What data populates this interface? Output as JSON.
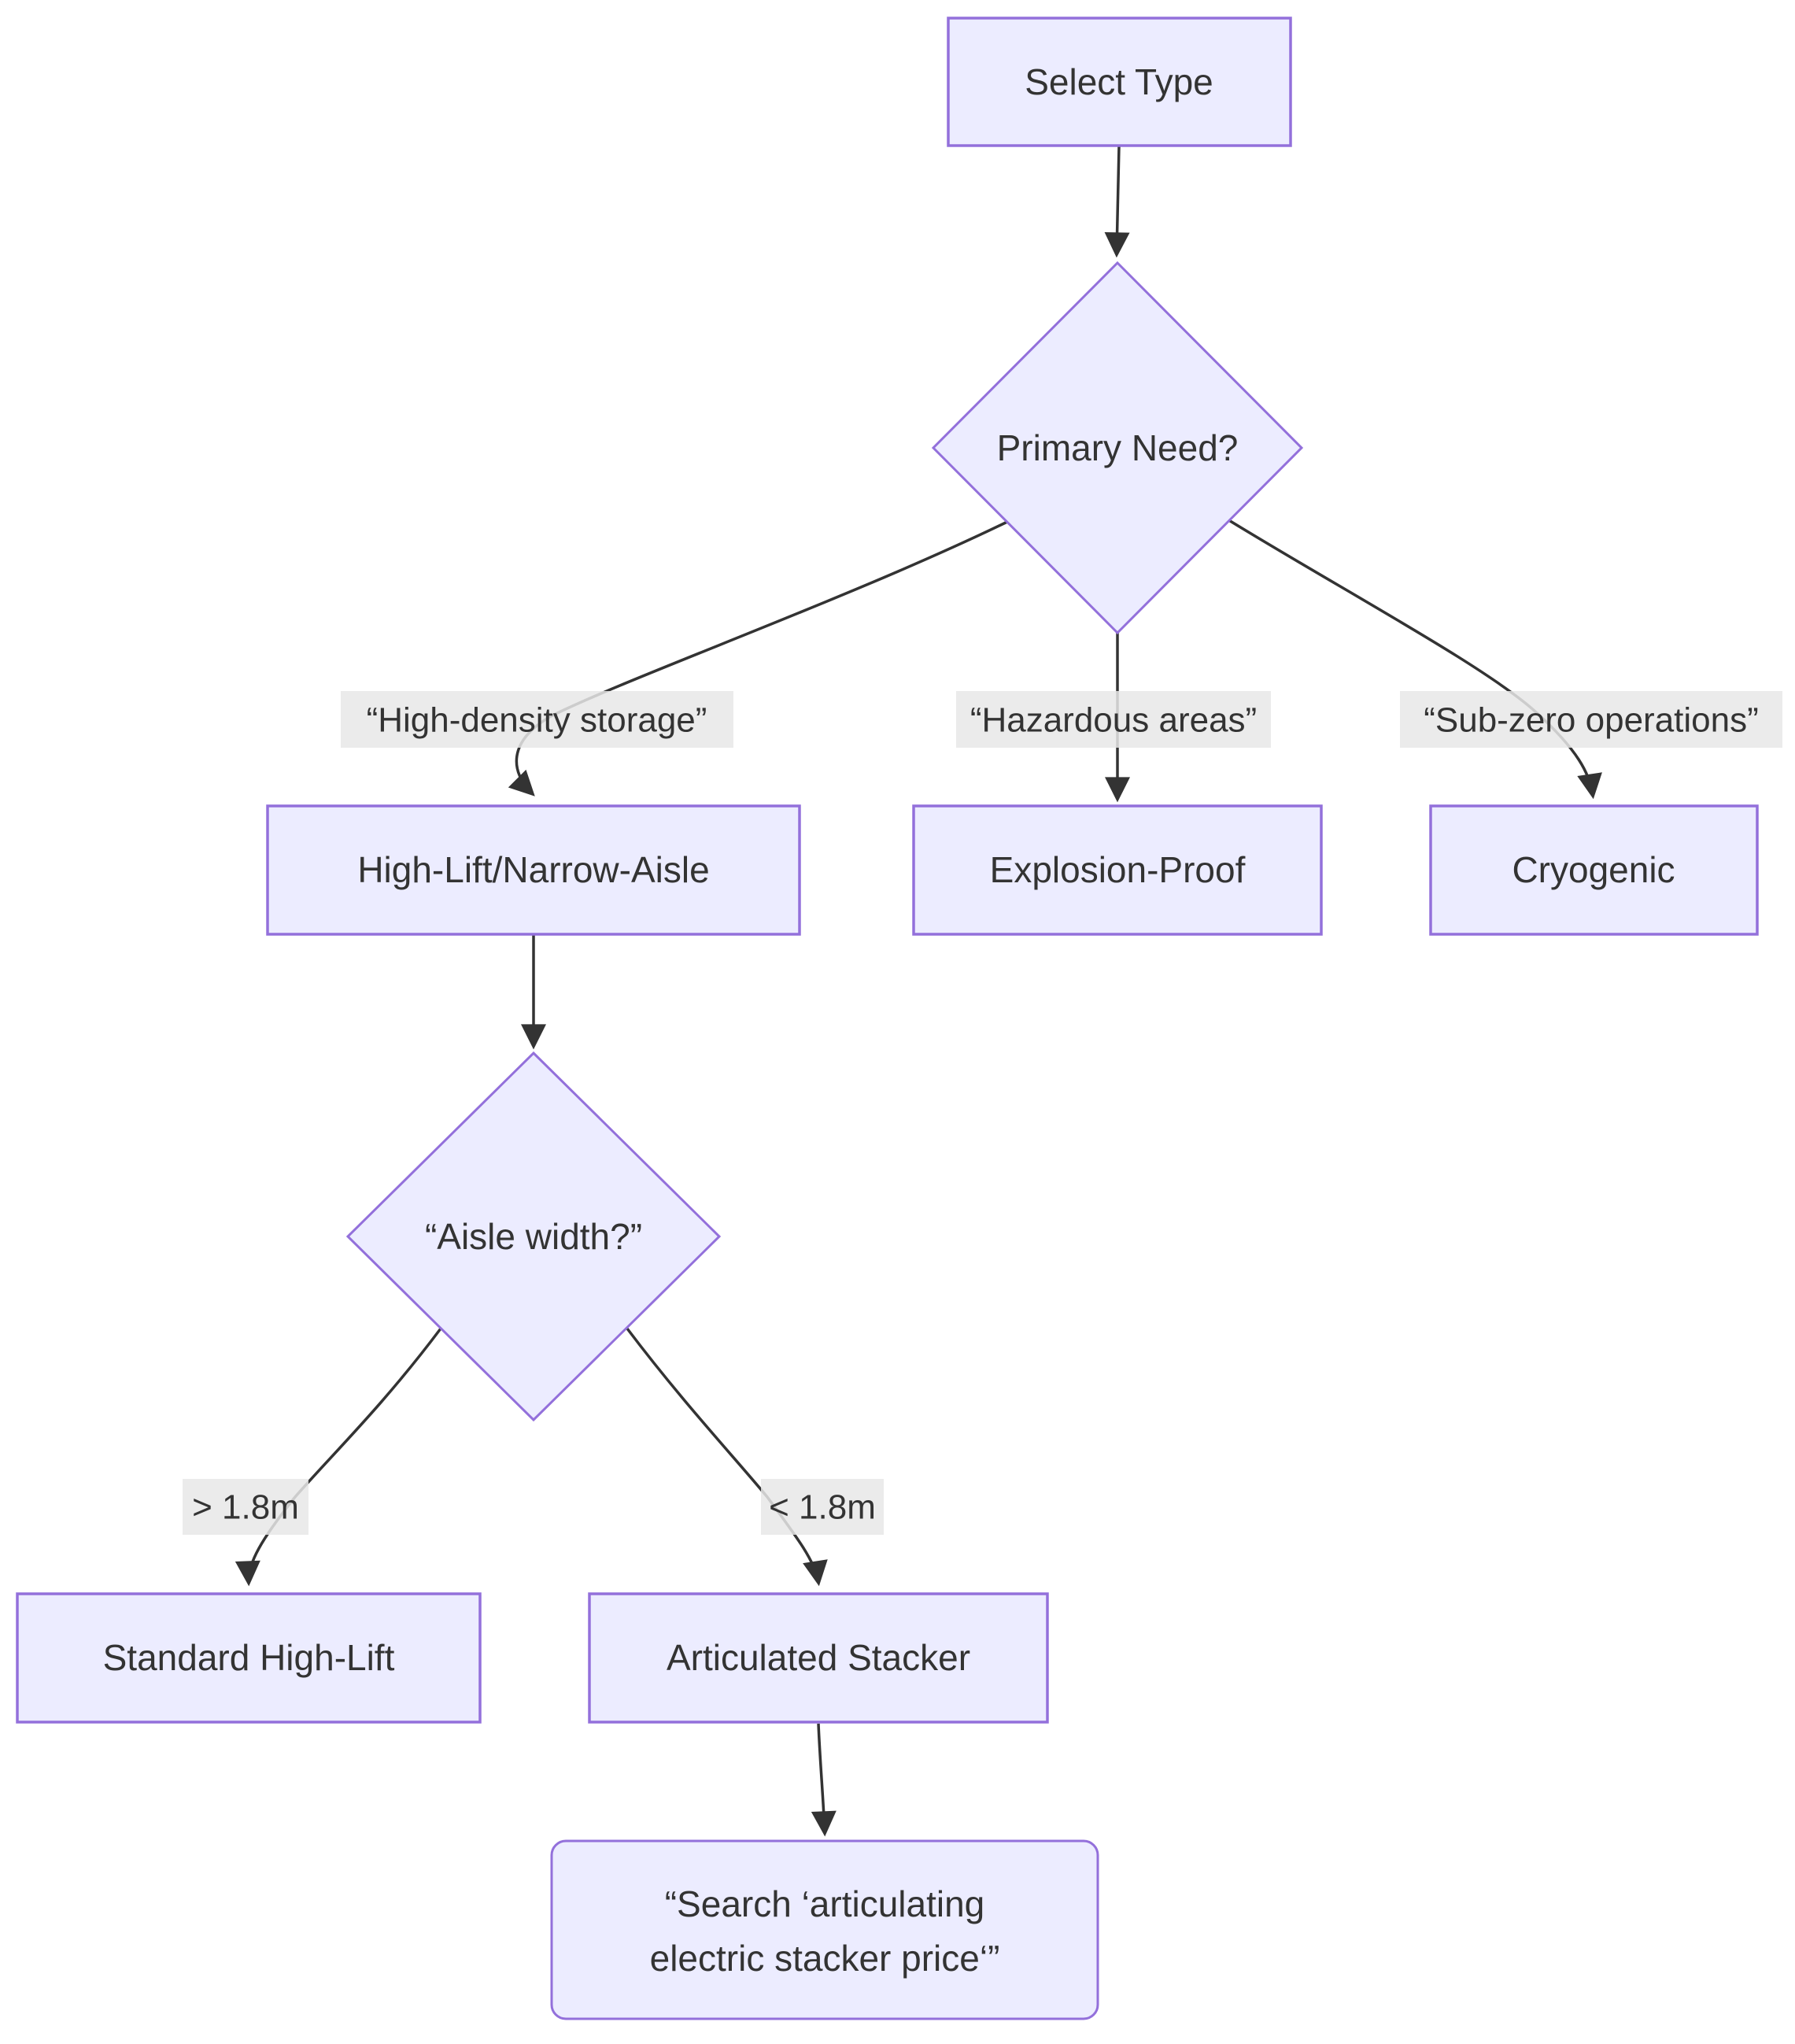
{
  "diagram": {
    "type": "flowchart",
    "direction": "top-down",
    "colors": {
      "background": "#ffffff",
      "node_fill": "#ECECFF",
      "node_border": "#9370DB",
      "edge_line": "#333333",
      "text": "#333333",
      "edge_label_bg": "#e8e8e8"
    },
    "nodes": [
      {
        "id": "select-type",
        "shape": "rect",
        "label": "Select Type"
      },
      {
        "id": "primary-need",
        "shape": "diamond",
        "label": "Primary Need?"
      },
      {
        "id": "high-lift-narrow-aisle",
        "shape": "rect",
        "label": "High-Lift/Narrow-Aisle"
      },
      {
        "id": "explosion-proof",
        "shape": "rect",
        "label": "Explosion-Proof"
      },
      {
        "id": "cryogenic",
        "shape": "rect",
        "label": "Cryogenic"
      },
      {
        "id": "aisle-width",
        "shape": "diamond",
        "label": "“Aisle width?”"
      },
      {
        "id": "standard-high-lift",
        "shape": "rect",
        "label": "Standard High-Lift"
      },
      {
        "id": "articulated-stacker",
        "shape": "rect",
        "label": "Articulated Stacker"
      },
      {
        "id": "search-action",
        "shape": "rounded",
        "label_lines": [
          "“Search ‘articulating",
          "electric stacker price‘”"
        ]
      }
    ],
    "edges": [
      {
        "from": "select-type",
        "to": "primary-need",
        "label": ""
      },
      {
        "from": "primary-need",
        "to": "high-lift-narrow-aisle",
        "label": "“High-density storage”"
      },
      {
        "from": "primary-need",
        "to": "explosion-proof",
        "label": "“Hazardous areas”"
      },
      {
        "from": "primary-need",
        "to": "cryogenic",
        "label": "“Sub-zero operations”"
      },
      {
        "from": "high-lift-narrow-aisle",
        "to": "aisle-width",
        "label": ""
      },
      {
        "from": "aisle-width",
        "to": "standard-high-lift",
        "label": "> 1.8m"
      },
      {
        "from": "aisle-width",
        "to": "articulated-stacker",
        "label": "< 1.8m"
      },
      {
        "from": "articulated-stacker",
        "to": "search-action",
        "label": ""
      }
    ]
  }
}
